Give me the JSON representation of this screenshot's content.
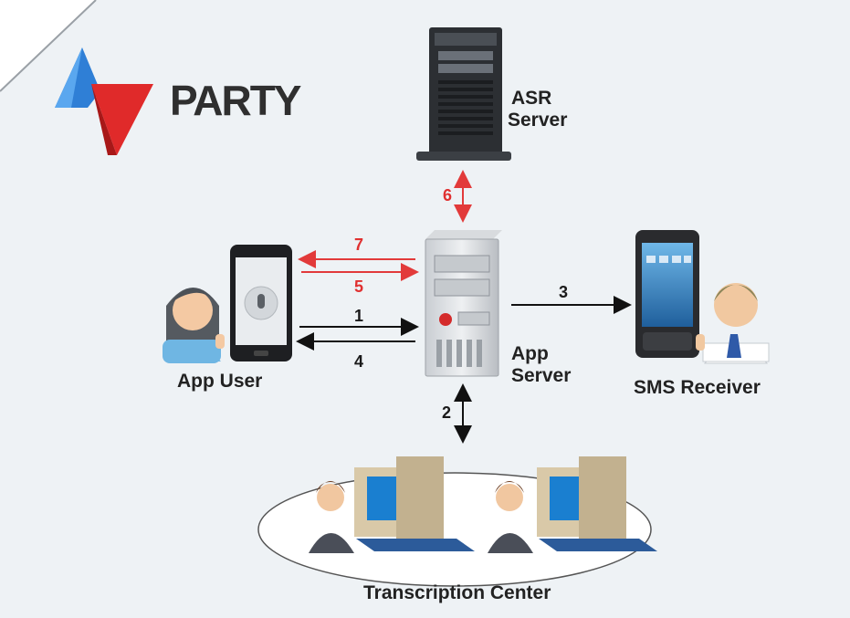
{
  "logo": {
    "text": "PARTY"
  },
  "labels": {
    "asr_server": [
      "ASR",
      "Server"
    ],
    "app_server": [
      "App",
      "Server"
    ],
    "app_user": "App User",
    "sms_receiver": "SMS Receiver",
    "transcription_center": "Transcription Center"
  },
  "steps": {
    "s1": "1",
    "s2": "2",
    "s3": "3",
    "s4": "4",
    "s5": "5",
    "s6": "6",
    "s7": "7"
  },
  "colors": {
    "black_arrow": "#111111",
    "red_arrow": "#e23a3a",
    "logo_blue": "#2f7fd6",
    "logo_red": "#e02a2a",
    "text": "#222222"
  },
  "icons": [
    "server-icon",
    "tower-server-icon",
    "smartphone-icon",
    "user-avatar-icon",
    "workstation-icon"
  ]
}
